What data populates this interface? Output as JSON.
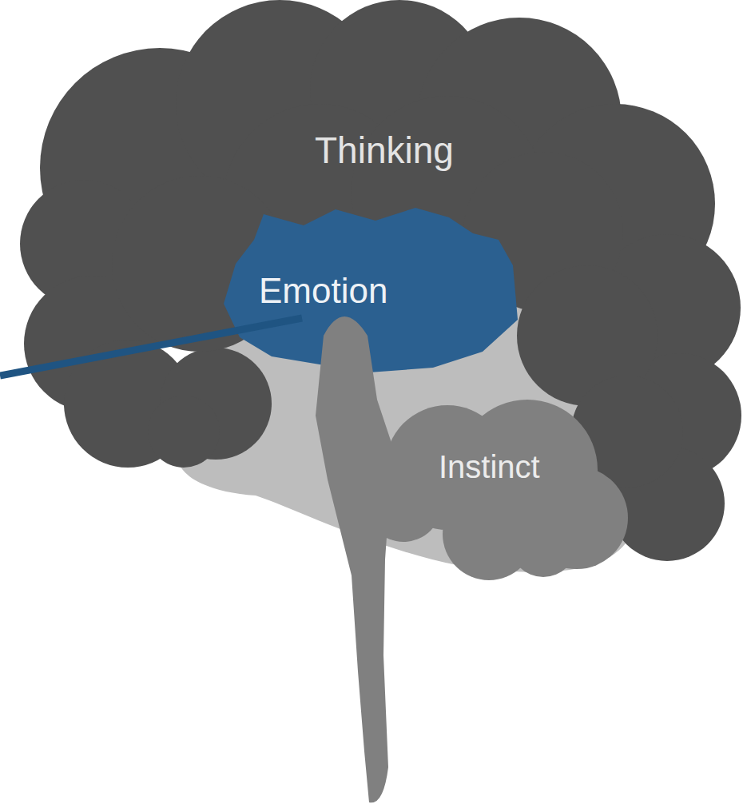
{
  "diagram": {
    "nodes": [
      {
        "text": [
          "Thinking"
        ]
      },
      {
        "text": [
          "Emotion"
        ]
      },
      {
        "text": [
          "Instinct"
        ]
      }
    ]
  }
}
